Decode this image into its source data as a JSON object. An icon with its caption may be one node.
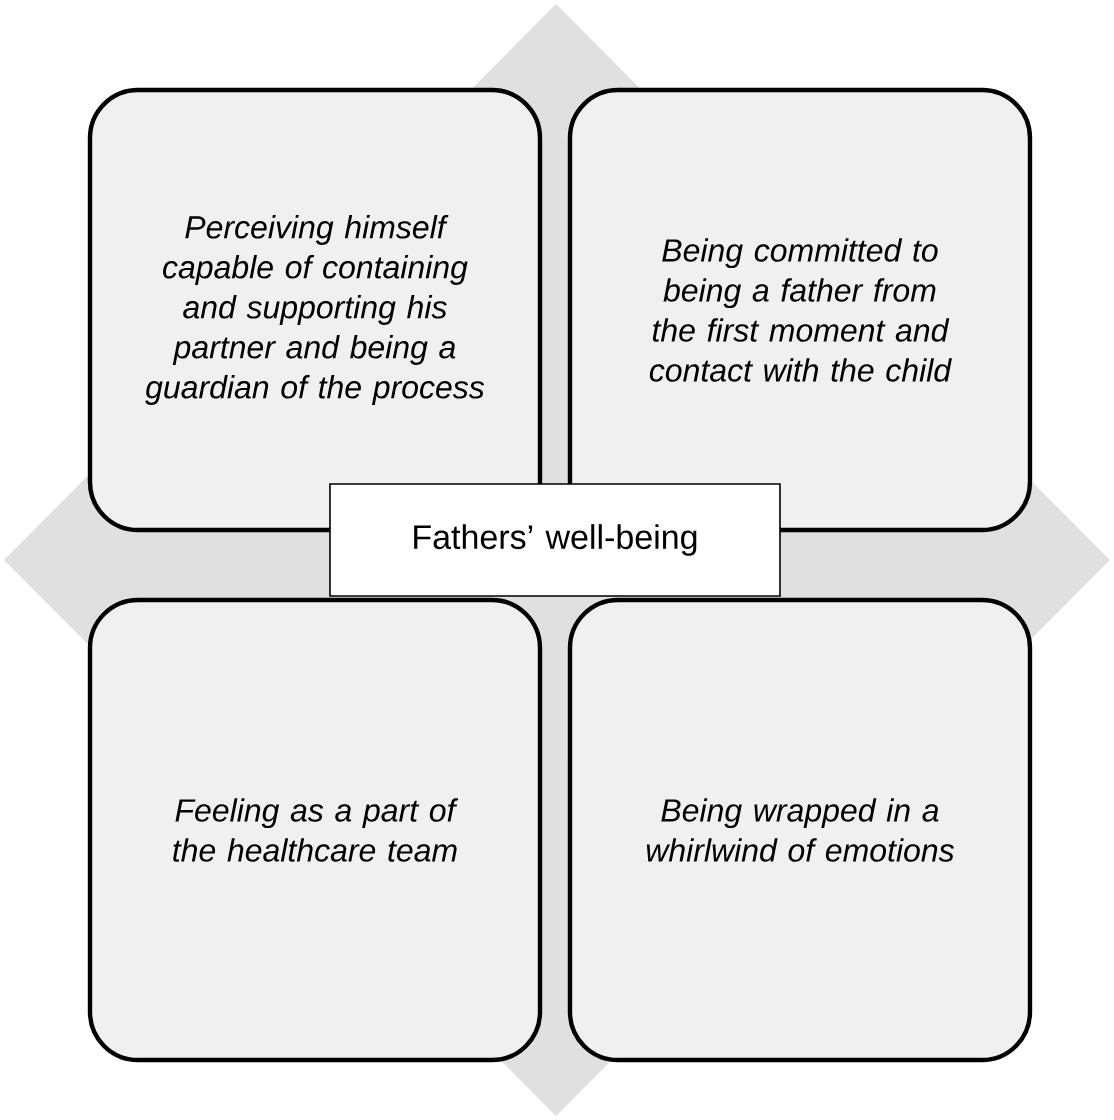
{
  "diagram": {
    "nodes": [
      {
        "text": [
          "Perceiving himself capable of containing and supporting his partner and being a guardian of the process"
        ]
      },
      {
        "text": [
          "Being committed to being a father from the first moment and contact with the child"
        ]
      },
      {
        "text": [
          "Fathers’ well-being"
        ]
      },
      {
        "text": [
          "Feeling as a part of the healthcare team"
        ]
      },
      {
        "text": [
          "Being wrapped in a whirlwind of emotions"
        ]
      }
    ]
  }
}
